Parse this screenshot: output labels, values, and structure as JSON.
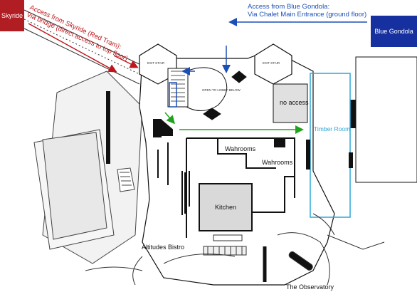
{
  "blocks": {
    "skyride": "Skyride",
    "blue_gondola": "Blue Gondola"
  },
  "notes": {
    "skyride_line1": "Access from Skyride (Red Tram):",
    "skyride_line2": "Via bridge (direct access to top floor)",
    "gondola_line1": "Access from Blue Gondola:",
    "gondola_line2": "Via Chalet Main Entrance (ground floor)"
  },
  "rooms": {
    "no_access": "no access",
    "timber_room": "Timber Room",
    "wahrooms_1": "Wahrooms",
    "wahrooms_2": "Wahrooms",
    "kitchen": "Kitchen",
    "altitudes_bistro": "Altitudes Bistro",
    "observatory": "The Observatory"
  },
  "small_labels": {
    "exit_stair_left": "EXIT STAIR",
    "exit_stair_right": "EXIT STAIR",
    "open_to_lobby": "OPEN TO LOBBY BELOW"
  },
  "colors": {
    "skyride_red": "#b01e23",
    "gondola_blue": "#1630a0",
    "note_red": "#c0161b",
    "note_blue": "#1a4fb8",
    "path_green": "#1fa31f",
    "timber_outline": "#2aa7d9",
    "wall": "#111111"
  }
}
